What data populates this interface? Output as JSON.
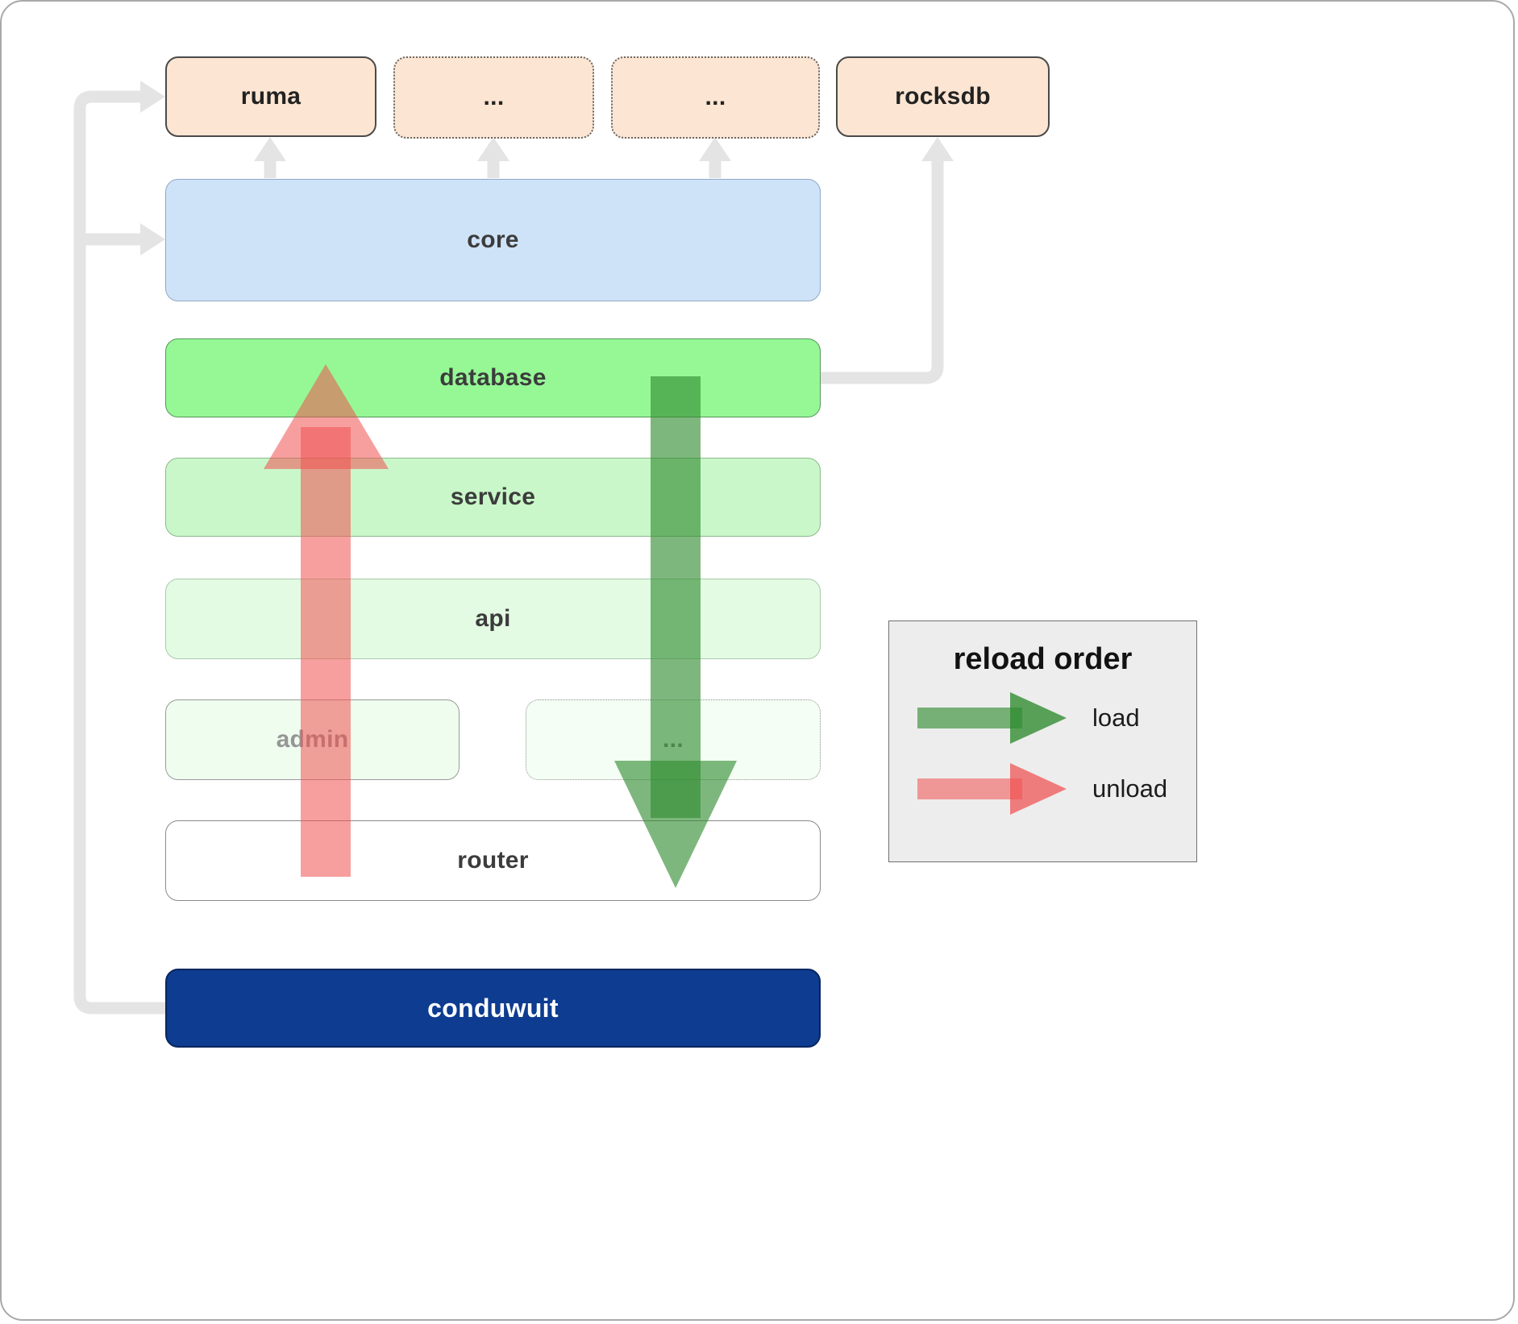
{
  "diagram": {
    "top_row": [
      {
        "label": "ruma",
        "style": "solid"
      },
      {
        "label": "...",
        "style": "dotted"
      },
      {
        "label": "...",
        "style": "dotted"
      },
      {
        "label": "rocksdb",
        "style": "solid"
      }
    ],
    "layers": {
      "core": {
        "label": "core"
      },
      "database": {
        "label": "database"
      },
      "service": {
        "label": "service"
      },
      "api": {
        "label": "api"
      },
      "admin": {
        "label": "admin"
      },
      "admin_dots": {
        "label": "..."
      },
      "router": {
        "label": "router"
      }
    },
    "app": {
      "label": "conduwuit"
    }
  },
  "legend": {
    "title": "reload order",
    "items": [
      {
        "label": "load",
        "color": "#3f9e3f"
      },
      {
        "label": "unload",
        "color": "#f57373"
      }
    ]
  },
  "colors": {
    "peach": "#fce5d2",
    "core_blue": "#cfe3f8",
    "database_green": "#95f895",
    "service_green": "#c9f7c9",
    "api_green": "#e3fbe3",
    "app_navy": "#0d3c90",
    "connector_gray": "#e4e4e4",
    "load_green": "#2e8b2e",
    "unload_red": "#f05050"
  }
}
